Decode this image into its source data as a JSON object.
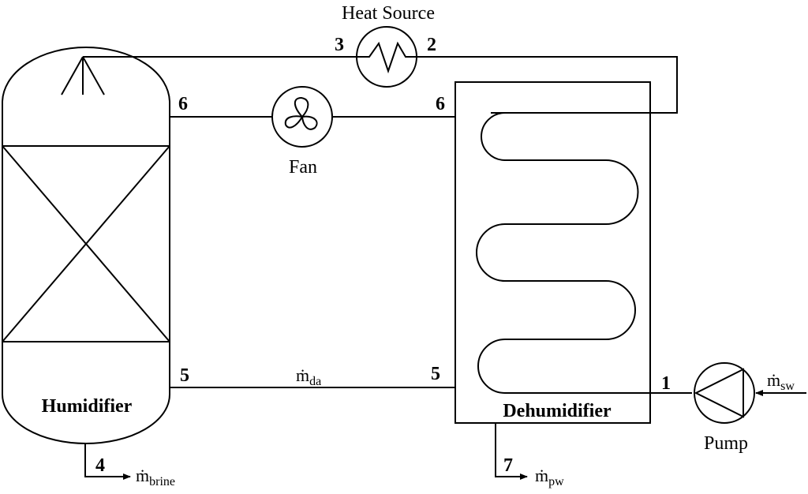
{
  "components": {
    "humidifier": "Humidifier",
    "dehumidifier": "Dehumidifier",
    "heat_source": "Heat Source",
    "fan": "Fan",
    "pump": "Pump"
  },
  "state_points": {
    "p1": "1",
    "p2": "2",
    "p3": "3",
    "p4": "4",
    "p5_left": "5",
    "p5_right": "5",
    "p6_left": "6",
    "p6_right": "6",
    "p7": "7"
  },
  "flows": {
    "dry_air": {
      "symbol": "ṁ",
      "subscript": "da"
    },
    "brine": {
      "symbol": "ṁ",
      "subscript": "brine"
    },
    "product_water": {
      "symbol": "ṁ",
      "subscript": "pw"
    },
    "seawater": {
      "symbol": "ṁ",
      "subscript": "sw"
    }
  }
}
